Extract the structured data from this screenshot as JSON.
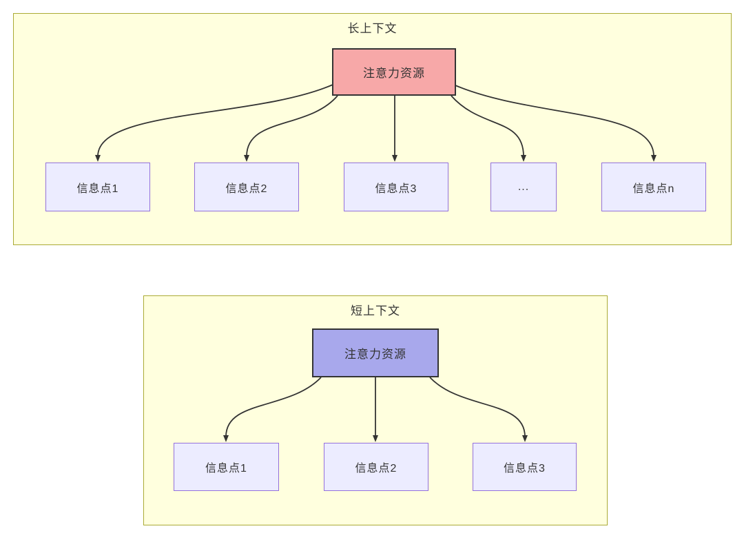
{
  "long_context": {
    "title": "长上下文",
    "attention": "注意力资源",
    "items": [
      "信息点1",
      "信息点2",
      "信息点3",
      "...",
      "信息点n"
    ]
  },
  "short_context": {
    "title": "短上下文",
    "attention": "注意力资源",
    "items": [
      "信息点1",
      "信息点2",
      "信息点3"
    ]
  },
  "colors": {
    "container_fill": "#ffffde",
    "container_border": "#aaaa33",
    "attention_long_fill": "#f7a8a8",
    "attention_short_fill": "#a8a8ec",
    "attention_border": "#333333",
    "item_fill": "#ececff",
    "item_border": "#9370db",
    "arrow": "#333333",
    "text": "#333333"
  }
}
